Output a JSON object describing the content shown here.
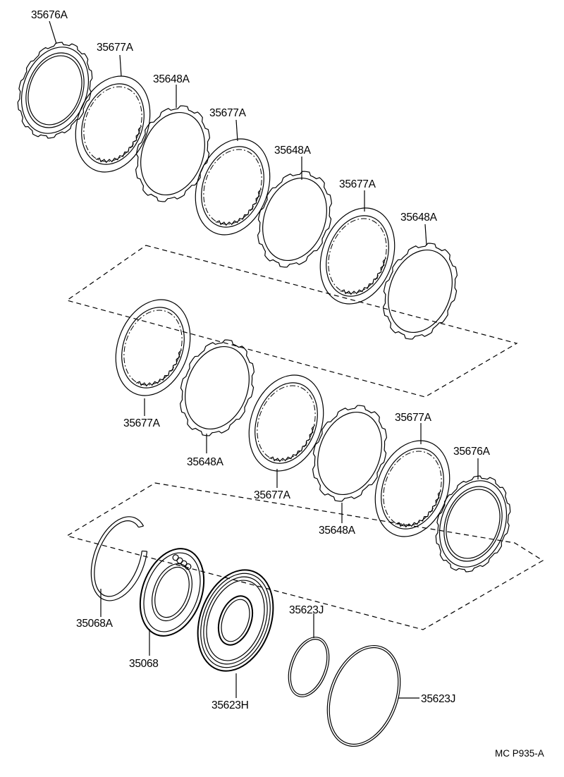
{
  "labels": {
    "p35676a_top": "35676A",
    "p35677a_1": "35677A",
    "p35648a_1": "35648A",
    "p35677a_2": "35677A",
    "p35648a_2": "35648A",
    "p35677a_3": "35677A",
    "p35648a_3": "35648A",
    "p35677a_4": "35677A",
    "p35648a_4": "35648A",
    "p35677a_5": "35677A",
    "p35648a_5": "35648A",
    "p35677a_6": "35677A",
    "p35676a_bottom": "35676A",
    "p35068a": "35068A",
    "p35068": "35068",
    "p35623h": "35623H",
    "p35623j_small": "35623J",
    "p35623j_large": "35623J"
  },
  "diagram_code": "MC P935-A"
}
